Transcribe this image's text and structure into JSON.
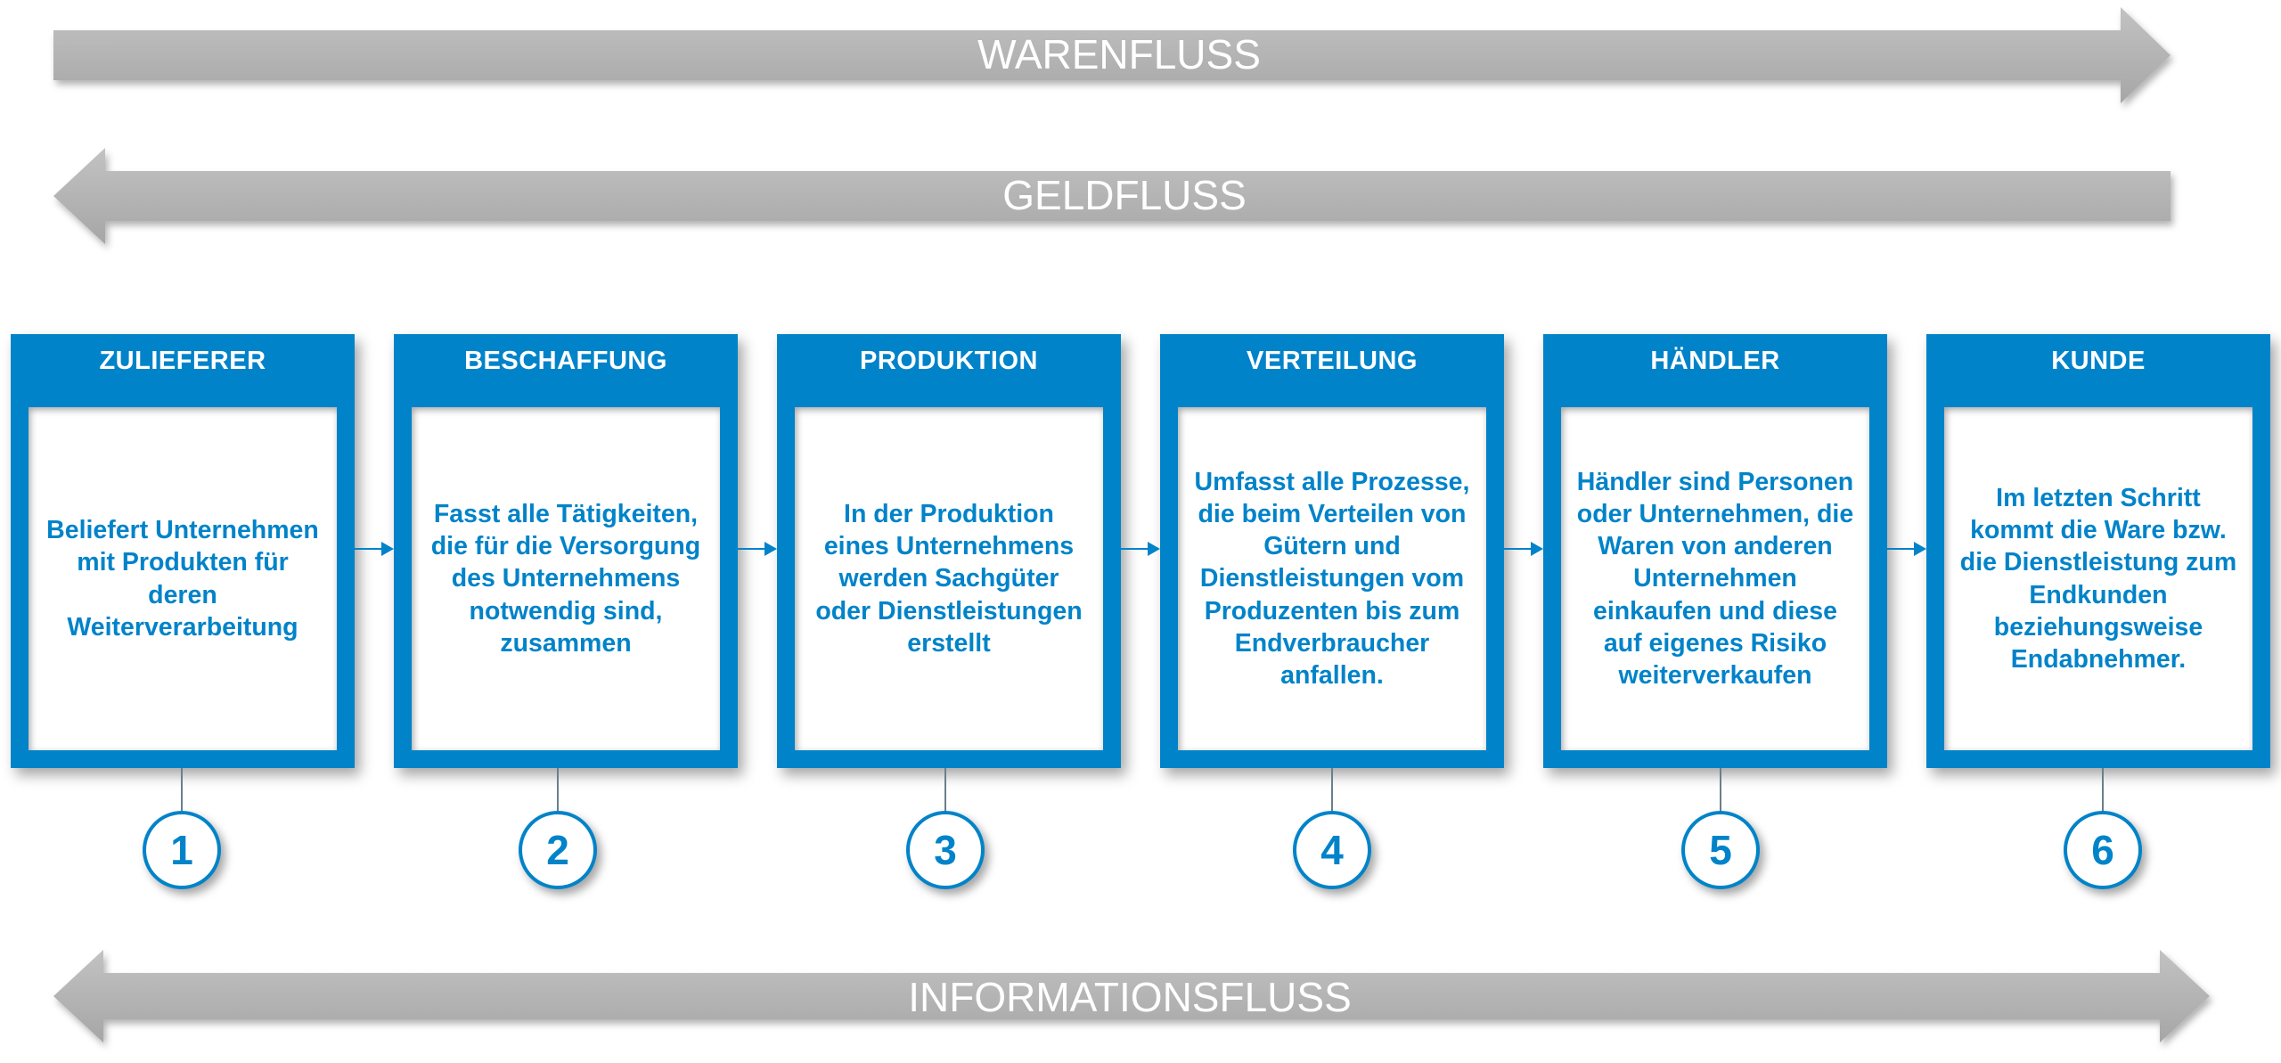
{
  "flows": {
    "top": "WARENFLUSS",
    "middle": "GELDFLUSS",
    "bottom": "INFORMATIONSFLUSS"
  },
  "stages": [
    {
      "title": "ZULIEFERER",
      "text": "Beliefert Unternehmen mit Produkten für deren Weiterverarbeitung",
      "number": "1"
    },
    {
      "title": "BESCHAFFUNG",
      "text": "Fasst alle Tätigkeiten, die für die Versorgung des Unternehmens notwendig sind, zusammen",
      "number": "2"
    },
    {
      "title": "PRODUKTION",
      "text": "In der Produktion eines Unternehmens werden Sachgüter oder Dienstleistungen erstellt",
      "number": "3"
    },
    {
      "title": "VERTEILUNG",
      "text": "Umfasst alle Prozesse, die beim Verteilen von Gütern und Dienstleistungen vom Produzenten bis zum Endverbraucher anfallen.",
      "number": "4"
    },
    {
      "title": "HÄNDLER",
      "text": "Händler sind Personen oder Unternehmen, die Waren von anderen Unternehmen einkaufen und diese auf eigenes Risiko weiterverkaufen",
      "number": "5"
    },
    {
      "title": "KUNDE",
      "text": "Im letzten Schritt kommt die Ware bzw. die Dienstleistung zum Endkunden beziehungsweise Endabnehmer.",
      "number": "6"
    }
  ],
  "colors": {
    "accent": "#0083C9",
    "arrow": "#B3B3B3"
  }
}
